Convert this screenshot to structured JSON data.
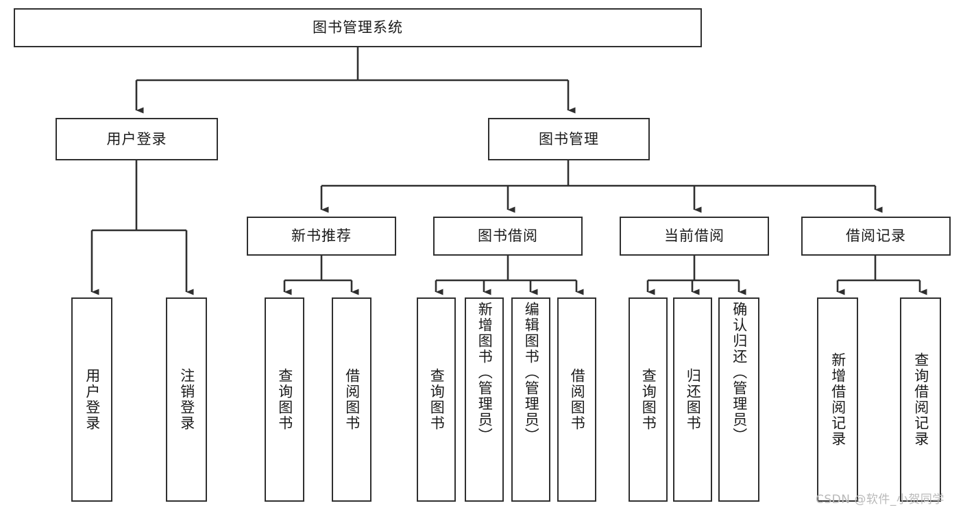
{
  "diagram": {
    "title": "图书管理系统",
    "watermark": "CSDN @软件_小贺同学",
    "line_color": "#2f2f2f",
    "background": "#ffffff",
    "text_color": "#1a1a1a",
    "watermark_color": "#b9b9b9"
  },
  "nodes": {
    "root": {
      "label": "图书管理系统"
    },
    "level2": [
      {
        "label": "用户登录"
      },
      {
        "label": "图书管理"
      }
    ],
    "level3": [
      {
        "label": "新书推荐"
      },
      {
        "label": "图书借阅"
      },
      {
        "label": "当前借阅"
      },
      {
        "label": "借阅记录"
      }
    ],
    "leaves": {
      "user_login": [
        {
          "label": "用户登录"
        },
        {
          "label": "注销登录"
        }
      ],
      "new_book_recommend": [
        {
          "label": "查询图书"
        },
        {
          "label": "借阅图书"
        }
      ],
      "book_borrow": [
        {
          "label": "查询图书"
        },
        {
          "label": "新增图书（管理员）"
        },
        {
          "label": "编辑图书（管理员）"
        },
        {
          "label": "借阅图书"
        }
      ],
      "current_borrow": [
        {
          "label": "查询图书"
        },
        {
          "label": "归还图书"
        },
        {
          "label": "确认归还（管理员）"
        }
      ],
      "borrow_record": [
        {
          "label": "新增借阅记录"
        },
        {
          "label": "查询借阅记录"
        }
      ]
    }
  }
}
